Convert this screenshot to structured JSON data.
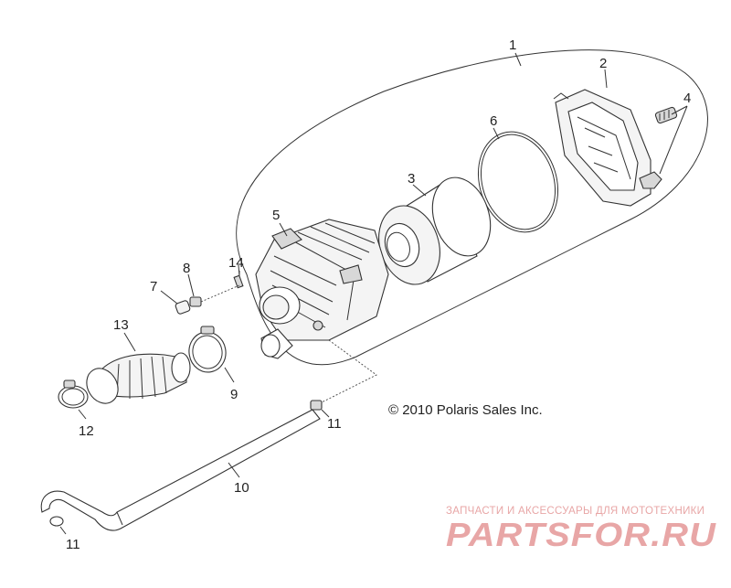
{
  "copyright": "© 2010 Polaris Sales Inc.",
  "watermark": {
    "tagline": "ЗАПЧАСТИ И АКСЕССУАРЫ ДЛЯ МОТОТЕХНИКИ",
    "logo_text": "PARTSFOR.RU",
    "color": "#e8a6a6"
  },
  "callouts": [
    {
      "id": "callout-1",
      "label": "1"
    },
    {
      "id": "callout-2",
      "label": "2"
    },
    {
      "id": "callout-3",
      "label": "3"
    },
    {
      "id": "callout-4",
      "label": "4"
    },
    {
      "id": "callout-5",
      "label": "5"
    },
    {
      "id": "callout-6",
      "label": "6"
    },
    {
      "id": "callout-7",
      "label": "7"
    },
    {
      "id": "callout-8",
      "label": "8"
    },
    {
      "id": "callout-9",
      "label": "9"
    },
    {
      "id": "callout-10",
      "label": "10"
    },
    {
      "id": "callout-11a",
      "label": "11"
    },
    {
      "id": "callout-11b",
      "label": "11"
    },
    {
      "id": "callout-12",
      "label": "12"
    },
    {
      "id": "callout-13",
      "label": "13"
    },
    {
      "id": "callout-14",
      "label": "14"
    }
  ]
}
